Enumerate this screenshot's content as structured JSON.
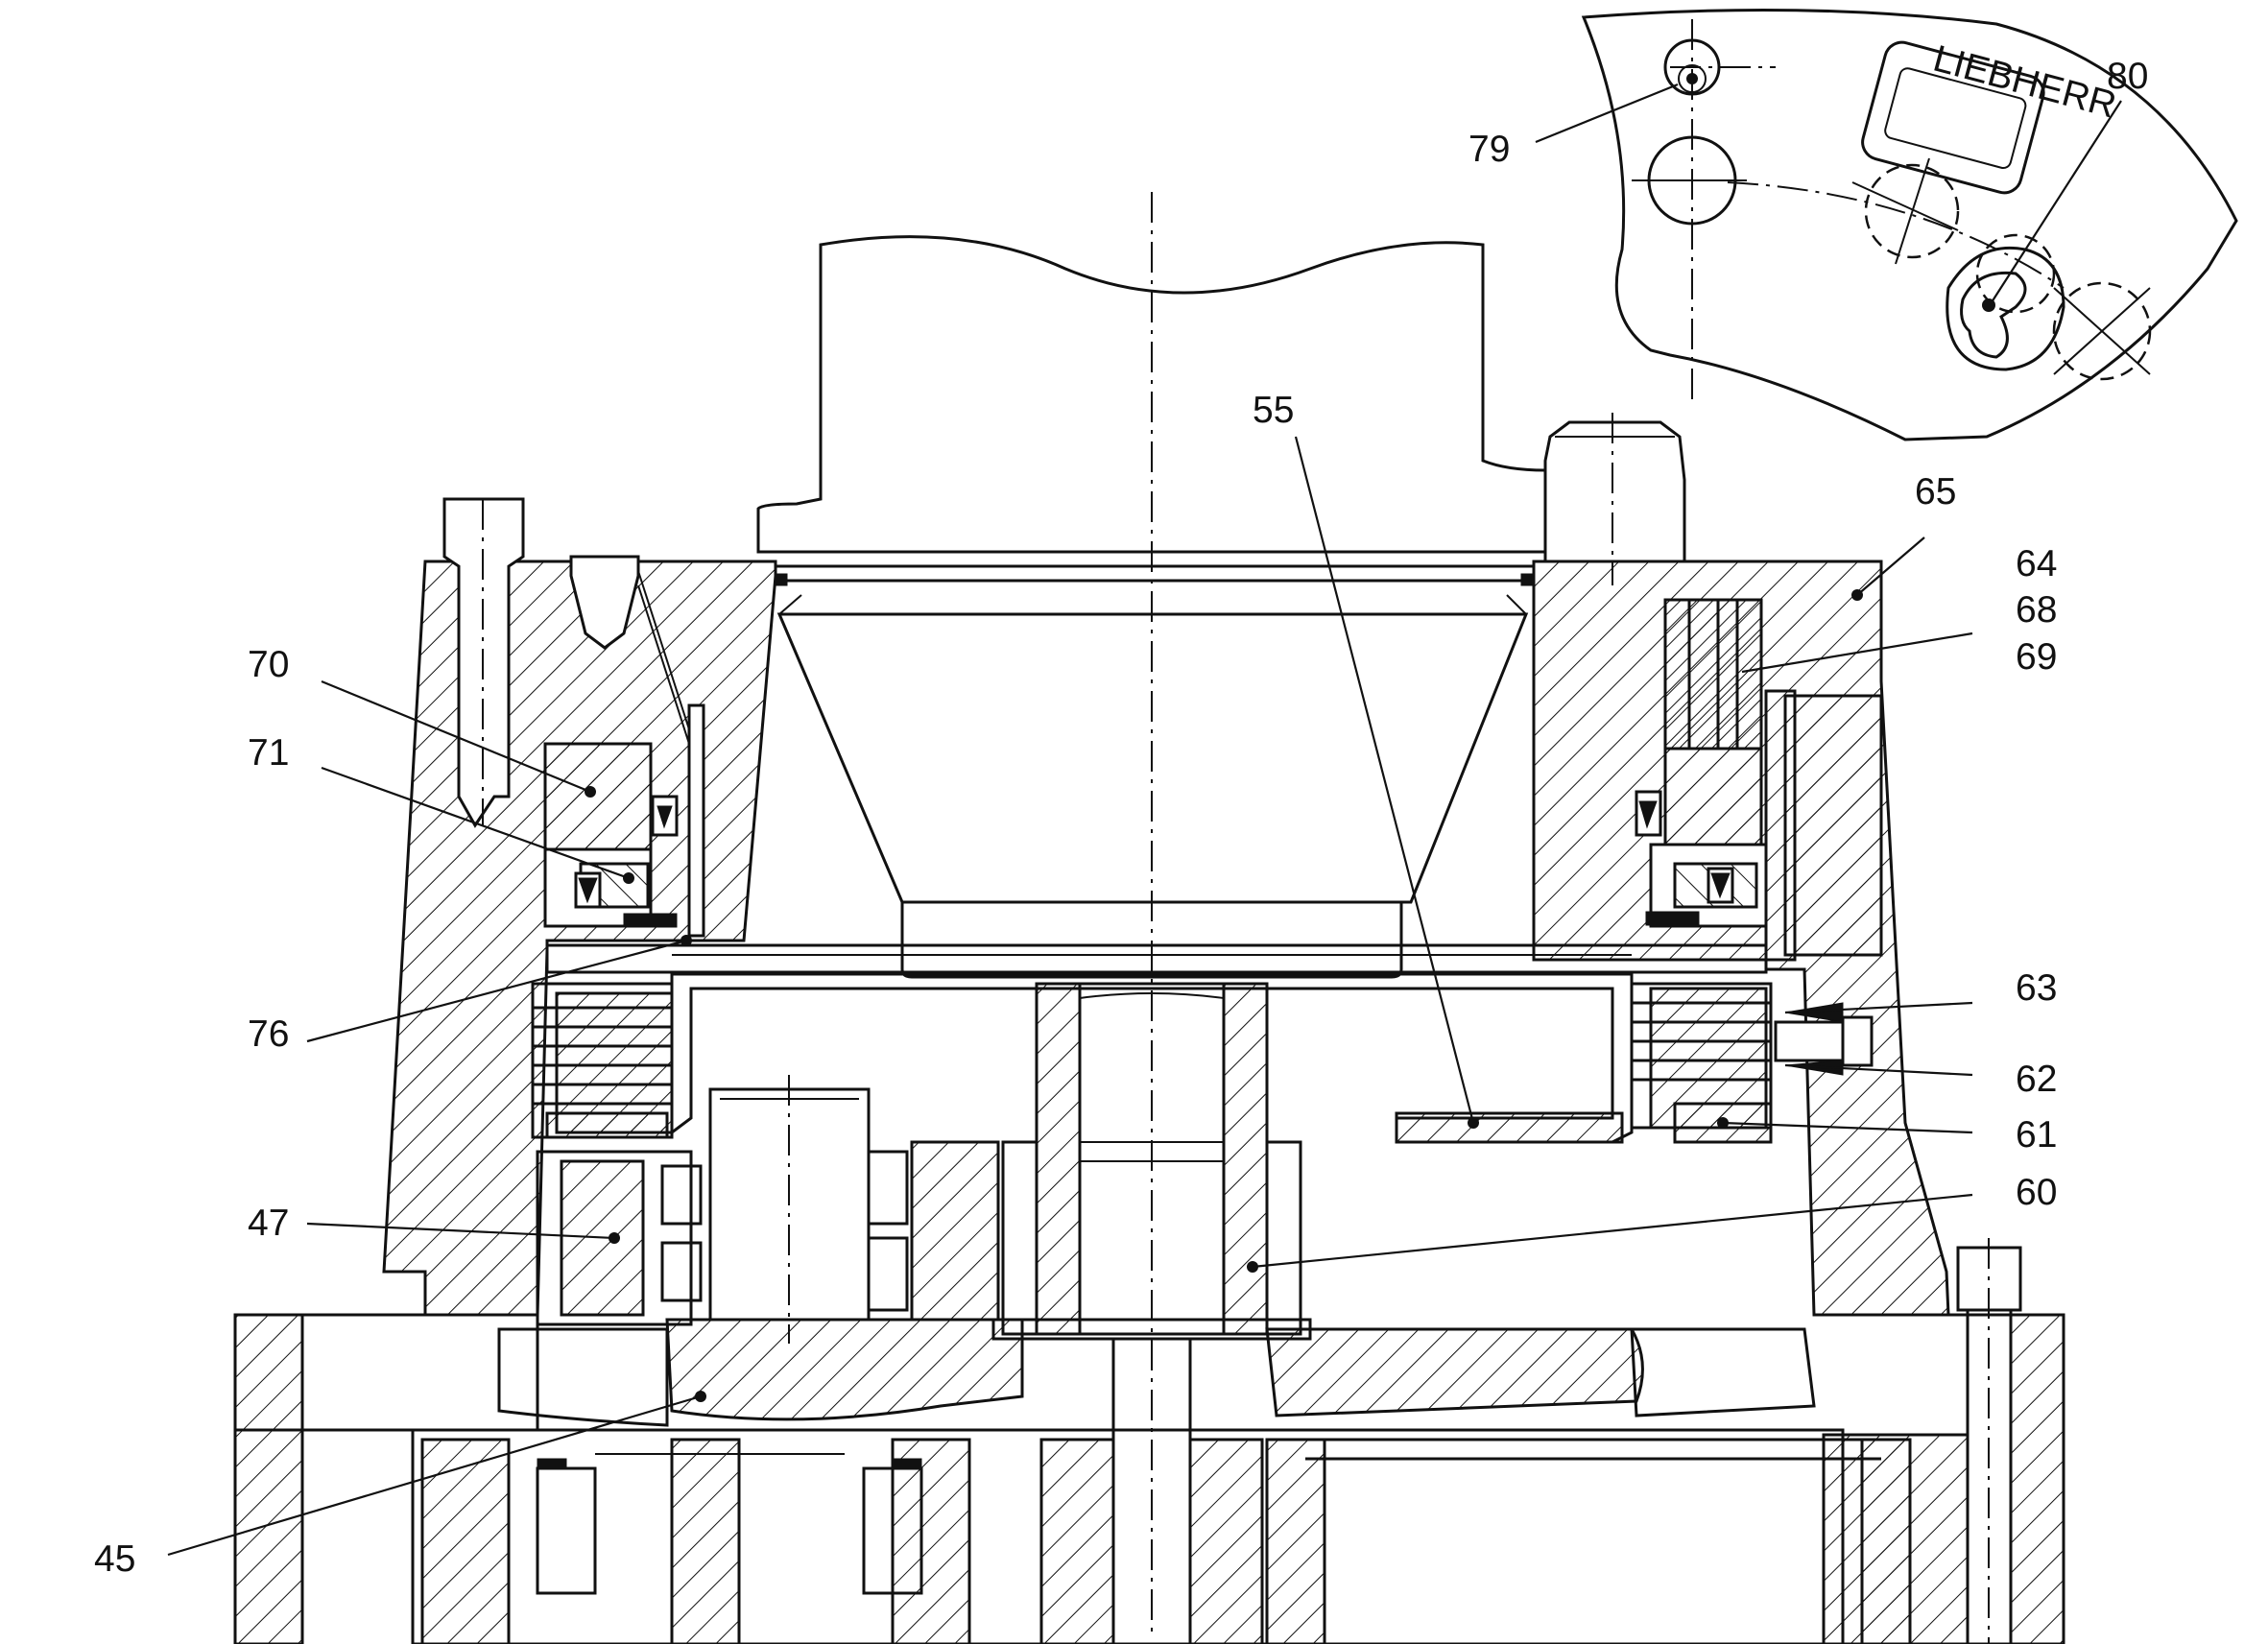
{
  "drawing": {
    "callouts": [
      {
        "id": "c45",
        "label": "45"
      },
      {
        "id": "c47",
        "label": "47"
      },
      {
        "id": "c55",
        "label": "55"
      },
      {
        "id": "c60",
        "label": "60"
      },
      {
        "id": "c61",
        "label": "61"
      },
      {
        "id": "c62",
        "label": "62"
      },
      {
        "id": "c63",
        "label": "63"
      },
      {
        "id": "c64",
        "label": "64"
      },
      {
        "id": "c65",
        "label": "65"
      },
      {
        "id": "c68",
        "label": "68"
      },
      {
        "id": "c69",
        "label": "69"
      },
      {
        "id": "c70",
        "label": "70"
      },
      {
        "id": "c71",
        "label": "71"
      },
      {
        "id": "c76",
        "label": "76"
      },
      {
        "id": "c79",
        "label": "79"
      },
      {
        "id": "c80",
        "label": "80"
      }
    ],
    "nameplate_text": "LIEBHERR"
  }
}
